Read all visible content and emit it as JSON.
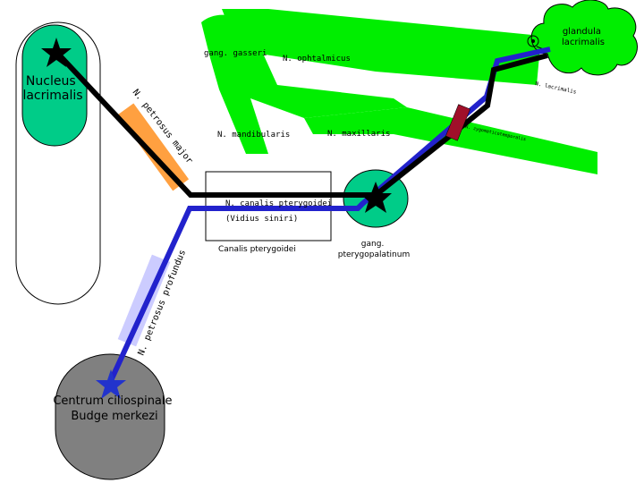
{
  "colors": {
    "trigeminal": "#00ee00",
    "ganglion": "#00cc88",
    "sympathetic_center": "#808080",
    "parasympathetic": "#000000",
    "sympathetic": "#2222cc",
    "petrosus_major_band": "#ffa040",
    "petrosus_profundus_band": "#ccccff",
    "junction": "#a0102a",
    "star_black": "#000000",
    "star_blue": "#2233cc"
  },
  "labels": {
    "nucleus_line1": "Nucleus",
    "nucleus_line2": "lacrimalis",
    "glandula_line1": "glandula",
    "glandula_line2": "lacrimalis",
    "gang_gasseri": "gang. gasseri",
    "n_ophtalmicus": "N. ophtalmicus",
    "n_lacrimalis": "N. lacrimalis",
    "n_petrosus_major": "N. petrosus major",
    "n_mandibularis": "N. mandibularis",
    "n_maxillaris": "N. maxillaris",
    "n_zygomaticotemporalis": "N. zygomaticotemporalis",
    "n_canalis_pterygoidei": "N. canalis pterygoidei",
    "vidius": "(Vidius siniri)",
    "canalis_pterygoidei": "Canalis pterygoidei",
    "gang_ptery_line1": "gang.",
    "gang_ptery_line2": "pterygopalatinum",
    "n_petrosus_profundus": "N. petrosus profundus",
    "centrum_line1": "Centrum ciliospinale",
    "centrum_line2": "Budge merkezi"
  }
}
